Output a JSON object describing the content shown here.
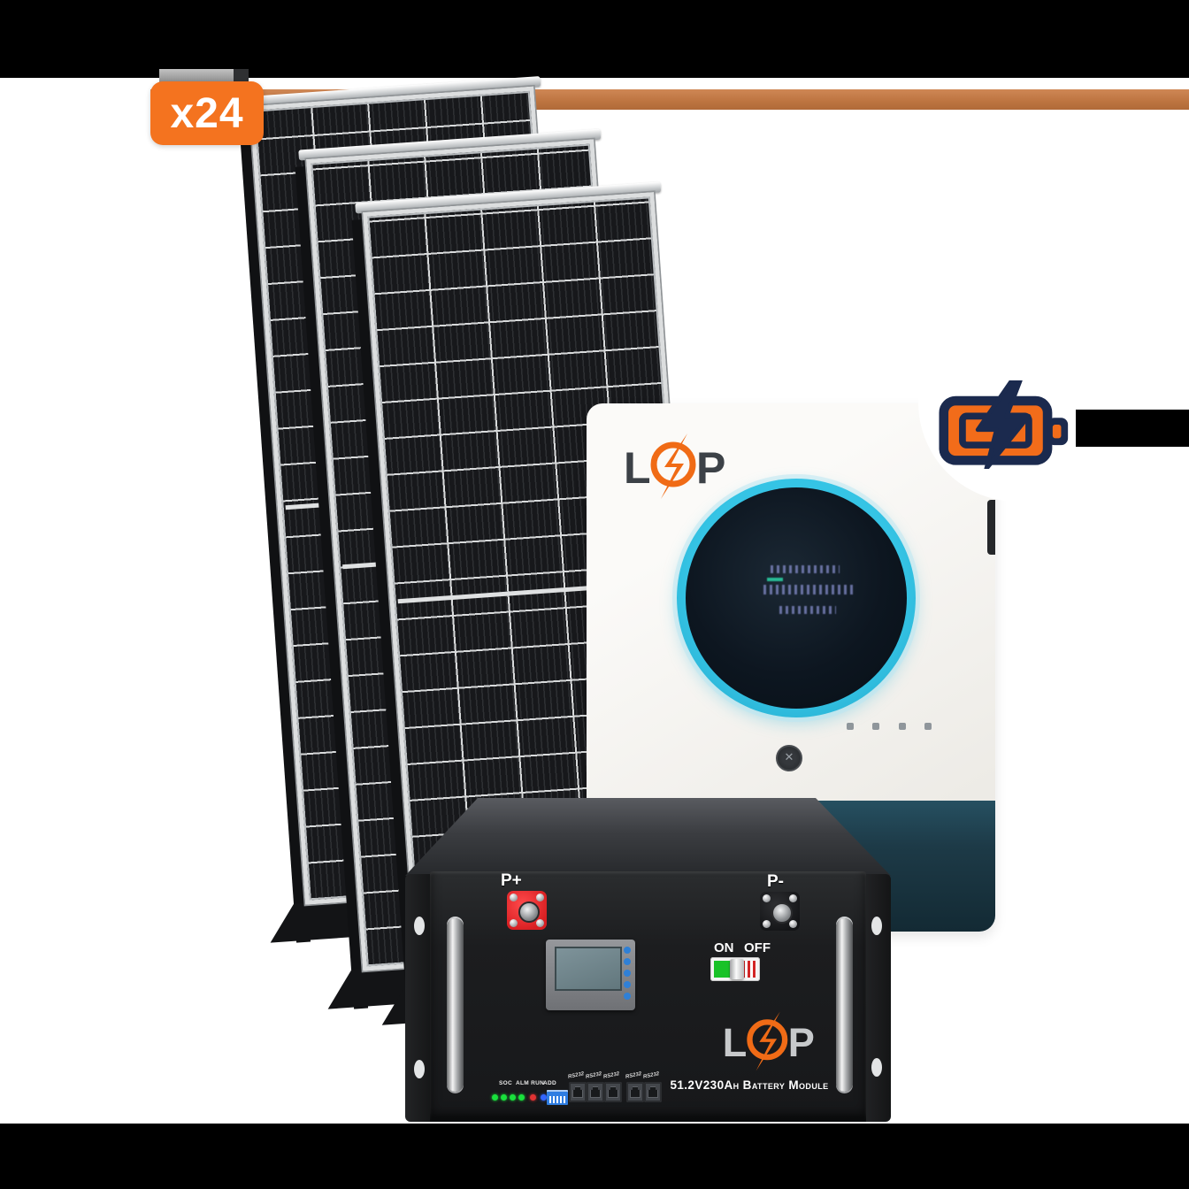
{
  "badge": {
    "quantity_label": "x24"
  },
  "logo": {
    "letter_l": "L",
    "letter_p": "P"
  },
  "battery_module": {
    "positive_terminal_label": "P+",
    "negative_terminal_label": "P-",
    "switch_on_label": "ON",
    "switch_off_label": "OFF",
    "indicator_labels": {
      "soc": "SOC",
      "alm_run": "ALM RUN",
      "add": "ADD"
    },
    "port_labels": [
      "RS232",
      "RS232",
      "RS232",
      "RS232",
      "RS232"
    ],
    "name_label": "51.2V230Ah Battery Module"
  },
  "colors": {
    "accent_orange": "#f4731f",
    "logo_orange": "#f06b16",
    "icon_navy": "#1b2a4e",
    "inverter_dark": "#1d3a47",
    "ring_cyan": "#2ab6d9",
    "terminal_red": "#d81f22",
    "led_green": "#19e03c",
    "led_red": "#e23333",
    "led_blue": "#3366ff"
  }
}
